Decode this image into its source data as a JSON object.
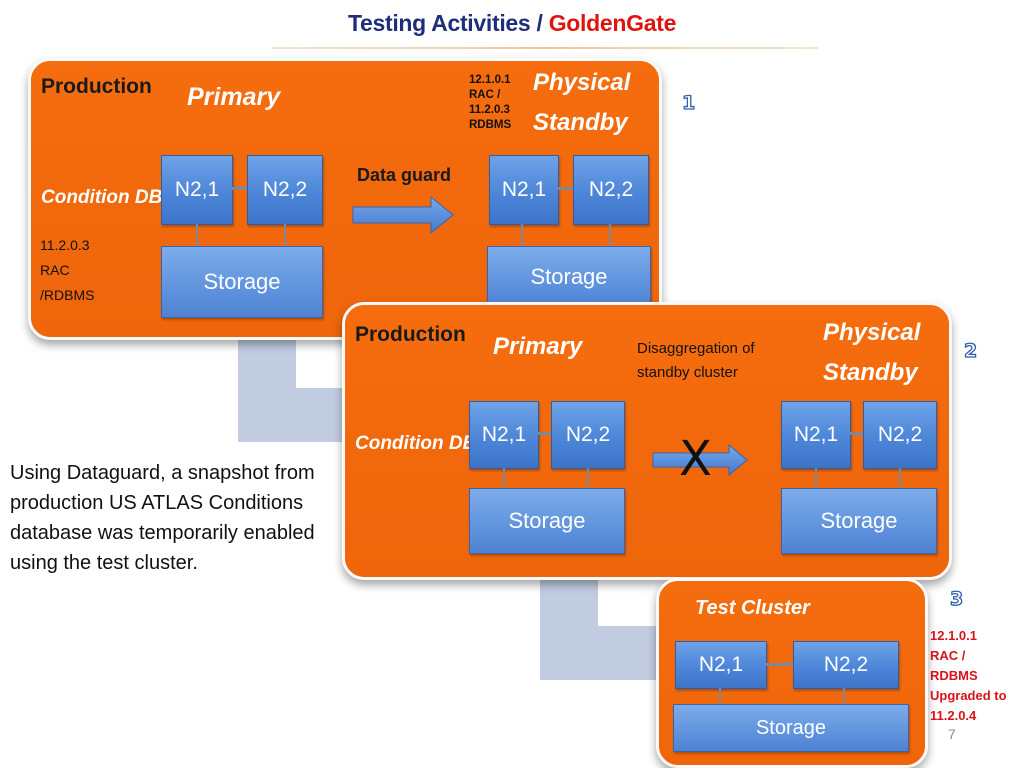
{
  "title": {
    "part1": "Testing Activities",
    "separator": " / ",
    "part2": "GoldenGate"
  },
  "step_numbers": [
    "1",
    "2",
    "3"
  ],
  "panel1": {
    "production": "Production",
    "primary": "Primary",
    "condition_db": "Condition DB",
    "version_note": [
      "11.2.0.3",
      "RAC",
      "/RDBMS"
    ],
    "data_guard": "Data guard",
    "standby_version_note": [
      "12.1.0.1",
      "RAC /",
      "11.2.0.3",
      "RDBMS"
    ],
    "physical": "Physical",
    "standby": "Standby",
    "primary_nodes": [
      "N2,1",
      "N2,2"
    ],
    "standby_nodes": [
      "N2,1",
      "N2,2"
    ],
    "storage": "Storage"
  },
  "panel2": {
    "production": "Production",
    "primary": "Primary",
    "condition_db": "Condition DB",
    "disaggregation": [
      "Disaggregation of",
      "standby cluster"
    ],
    "broken_mark": "X",
    "physical": "Physical",
    "standby": "Standby",
    "primary_nodes": [
      "N2,1",
      "N2,2"
    ],
    "standby_nodes": [
      "N2,1",
      "N2,2"
    ],
    "storage": "Storage"
  },
  "panel3": {
    "test_cluster": "Test Cluster",
    "nodes": [
      "N2,1",
      "N2,2"
    ],
    "storage": "Storage",
    "upgrade_note": [
      "12.1.0.1",
      "RAC /",
      "RDBMS",
      "Upgraded to",
      "11.2.0.4"
    ]
  },
  "body_text": "Using Dataguard, a snapshot from production US ATLAS Conditions database was temporarily enabled using the test cluster.",
  "page_number": "7",
  "colors": {
    "panel_orange": "#f2690d",
    "node_blue": "#4d86d8",
    "title_navy": "#1f2e7a",
    "title_red": "#e0140f",
    "note_red": "#d8141a",
    "connector_grey": "#c2cce0"
  },
  "icons": {
    "arrow": "right-arrow-icon",
    "break": "x-mark-icon"
  }
}
